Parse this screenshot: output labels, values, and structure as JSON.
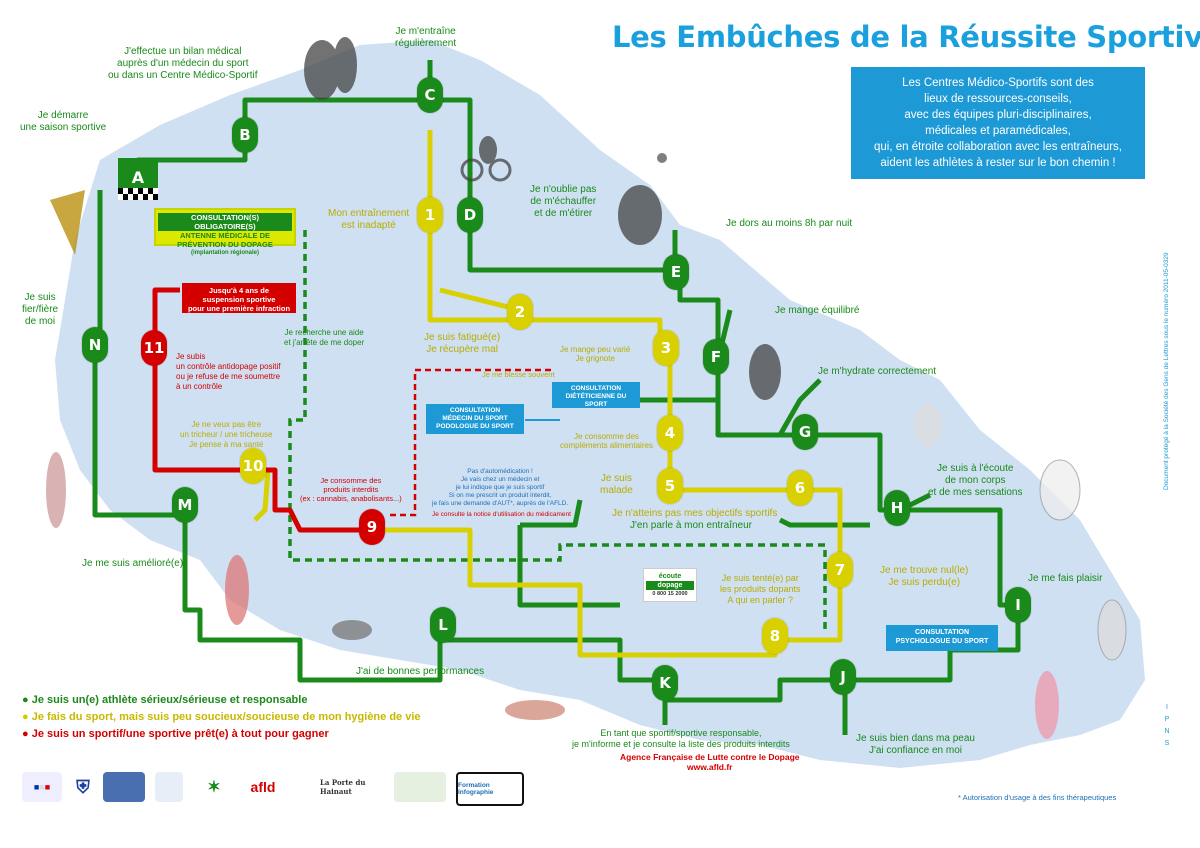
{
  "title": "Les Embûches de la Réussite Sportive",
  "info_box": {
    "lines": [
      "Les Centres Médico-Sportifs sont des",
      "lieux de ressources-conseils,",
      "avec des équipes pluri-disciplinaires,",
      "médicales et paramédicales,",
      "qui, en étroite collaboration avec les entraîneurs,",
      "aident les athlètes à rester sur le bon chemin !"
    ]
  },
  "colors": {
    "green": "#1a8a1a",
    "yellow": "#d8d000",
    "red": "#d40000",
    "blue": "#1d9ad6",
    "map": "#cfe0f3"
  },
  "nodes": {
    "A": "A",
    "B": "B",
    "C": "C",
    "D": "D",
    "E": "E",
    "F": "F",
    "G": "G",
    "H": "H",
    "I": "I",
    "J": "J",
    "K": "K",
    "L": "L",
    "M": "M",
    "N": "N",
    "n1": "1",
    "n2": "2",
    "n3": "3",
    "n4": "4",
    "n5": "5",
    "n6": "6",
    "n7": "7",
    "n8": "8",
    "n9": "9",
    "n10": "10",
    "n11": "11"
  },
  "green_labels": {
    "demarre": [
      "Je démarre",
      "une saison sportive"
    ],
    "bilan": [
      "J'effectue un bilan médical",
      "auprès d'un médecin du sport",
      "ou dans un Centre Médico-Sportif"
    ],
    "entraine": [
      "Je m'entraîne",
      "régulièrement"
    ],
    "oublie": [
      "Je n'oublie pas",
      "de m'échauffer",
      "et de m'étirer"
    ],
    "dors": [
      "Je dors au moins 8h par nuit"
    ],
    "mange": [
      "Je mange équilibré"
    ],
    "hydrate": [
      "Je m'hydrate correctement"
    ],
    "ecoute": [
      "Je suis à l'écoute",
      "de mon corps",
      "et de mes sensations"
    ],
    "plaisir": [
      "Je me fais plaisir"
    ],
    "bien_peau": [
      "Je suis bien dans ma peau",
      "J'ai confiance en moi"
    ],
    "fier": [
      "Je suis",
      "fier/fière",
      "de moi"
    ],
    "ameliore": [
      "Je me suis amélioré(e)"
    ],
    "performances": [
      "J'ai de bonnes performances"
    ],
    "recherche_aide": [
      "Je recherche une aide",
      "et j'arrête de me doper"
    ],
    "parle": [
      "J'en parle à mon entraîneur"
    ],
    "informe": [
      "En tant que sportif/sportive responsable,",
      "je m'informe et je consulte la liste des produits interdits"
    ]
  },
  "yellow_labels": {
    "inadapte": [
      "Mon entraînement",
      "est inadapté"
    ],
    "fatigue": [
      "Je suis fatigué(e)",
      "Je récupère mal"
    ],
    "mange_peu": [
      "Je mange peu varié",
      "Je grignote"
    ],
    "blesse": [
      "Je me blesse souvent"
    ],
    "complements": [
      "Je consomme des",
      "compléments alimentaires"
    ],
    "malade": [
      "Je suis",
      "malade"
    ],
    "objectifs": [
      "Je n'atteins pas mes objectifs sportifs"
    ],
    "nul": [
      "Je me trouve nul(le)",
      "Je suis perdu(e)"
    ],
    "tente": [
      "Je suis tenté(e) par",
      "les produits dopants",
      "A qui en parler ?"
    ],
    "tricheur": [
      "Je ne veux pas être",
      "un tricheur / une tricheuse",
      "Je pense à ma santé"
    ]
  },
  "red_labels": {
    "controle": [
      "Je subis",
      "un contrôle antidopage positif",
      "ou je refuse de me soumettre",
      "à un contrôle"
    ],
    "interdits": [
      "Je consomme des",
      "produits interdits",
      "(ex : cannabis, anabolisants...)"
    ]
  },
  "blue_labels": {
    "automedication": [
      "Pas d'automédication !",
      "Je vais chez un médecin et",
      "je lui indique que je suis sportif",
      "Si on me prescrit un produit interdit,",
      "je fais une demande d'AUT*, auprès de l'AFLD."
    ],
    "notice": [
      "Je consulte la notice d'utilisation du médicament"
    ]
  },
  "boxes": {
    "obligatoire": [
      "CONSULTATION(S) OBLIGATOIRE(S)",
      "ANTENNE MÉDICALE DE",
      "PRÉVENTION DU DOPAGE",
      "(implantation régionale)"
    ],
    "suspension": [
      "Jusqu'à 4 ans de",
      "suspension sportive",
      "pour une première infraction"
    ],
    "medecin": [
      "CONSULTATION",
      "MÉDECIN DU SPORT",
      "PODOLOGUE DU SPORT"
    ],
    "dieteticienne": [
      "CONSULTATION",
      "DIÉTÉTICIENNE DU SPORT"
    ],
    "psychologue": [
      "CONSULTATION",
      "PSYCHOLOGUE DU SPORT"
    ],
    "ecoute_dopage": [
      "écoute",
      "dopage",
      "0 800 15 2000"
    ]
  },
  "agency": [
    "Agence Française de Lutte contre le Dopage",
    "www.afld.fr"
  ],
  "legend": [
    {
      "text": "Je suis un(e) athlète sérieux/sérieuse et responsable",
      "color": "#1a8a1a"
    },
    {
      "text": "Je fais du sport, mais suis peu soucieux/soucieuse de mon hygiène de vie",
      "color": "#d8c800"
    },
    {
      "text": "Je suis un sportif/une sportive prêt(e) à tout pour gagner",
      "color": "#d40000"
    }
  ],
  "footnote": "* Autorisation d'usage à des fins thérapeutiques",
  "vertical_note": "Document protégé à la Société des Gens de Lettres sous le numéro 2011-05-0329",
  "ipns": [
    "I",
    "P",
    "N",
    "S"
  ],
  "logos": [
    "afld",
    "La Porte du Hainaut",
    "Formation Infographie"
  ]
}
